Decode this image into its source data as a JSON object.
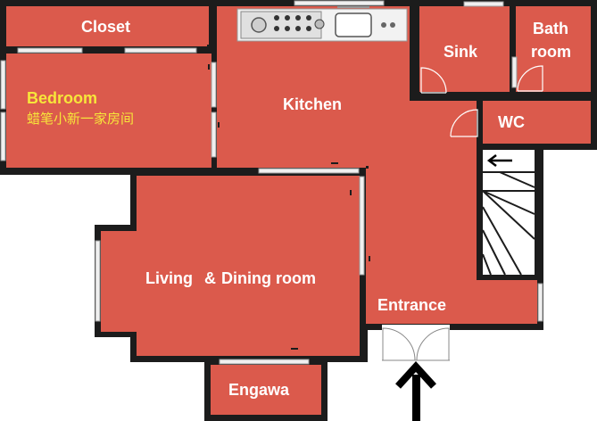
{
  "rooms": {
    "closet": "Closet",
    "bedroom": "Bedroom",
    "bedroom_note": "蜡笔小新一家房间",
    "kitchen": "Kitchen",
    "sink": "Sink",
    "bath_line1": "Bath",
    "bath_line2": "room",
    "wc": "WC",
    "living_a": "Living",
    "living_amp": "&",
    "living_b": "Dining room",
    "entrance": "Entrance",
    "engawa": "Engawa"
  },
  "colors": {
    "room_fill": "#db5a4c",
    "wall": "#1c1c1c",
    "label": "#ffffff",
    "highlight_label": "#f7e63a"
  },
  "icons": {
    "entry": "arrow-up-icon",
    "stairs": "arrow-left-icon"
  }
}
